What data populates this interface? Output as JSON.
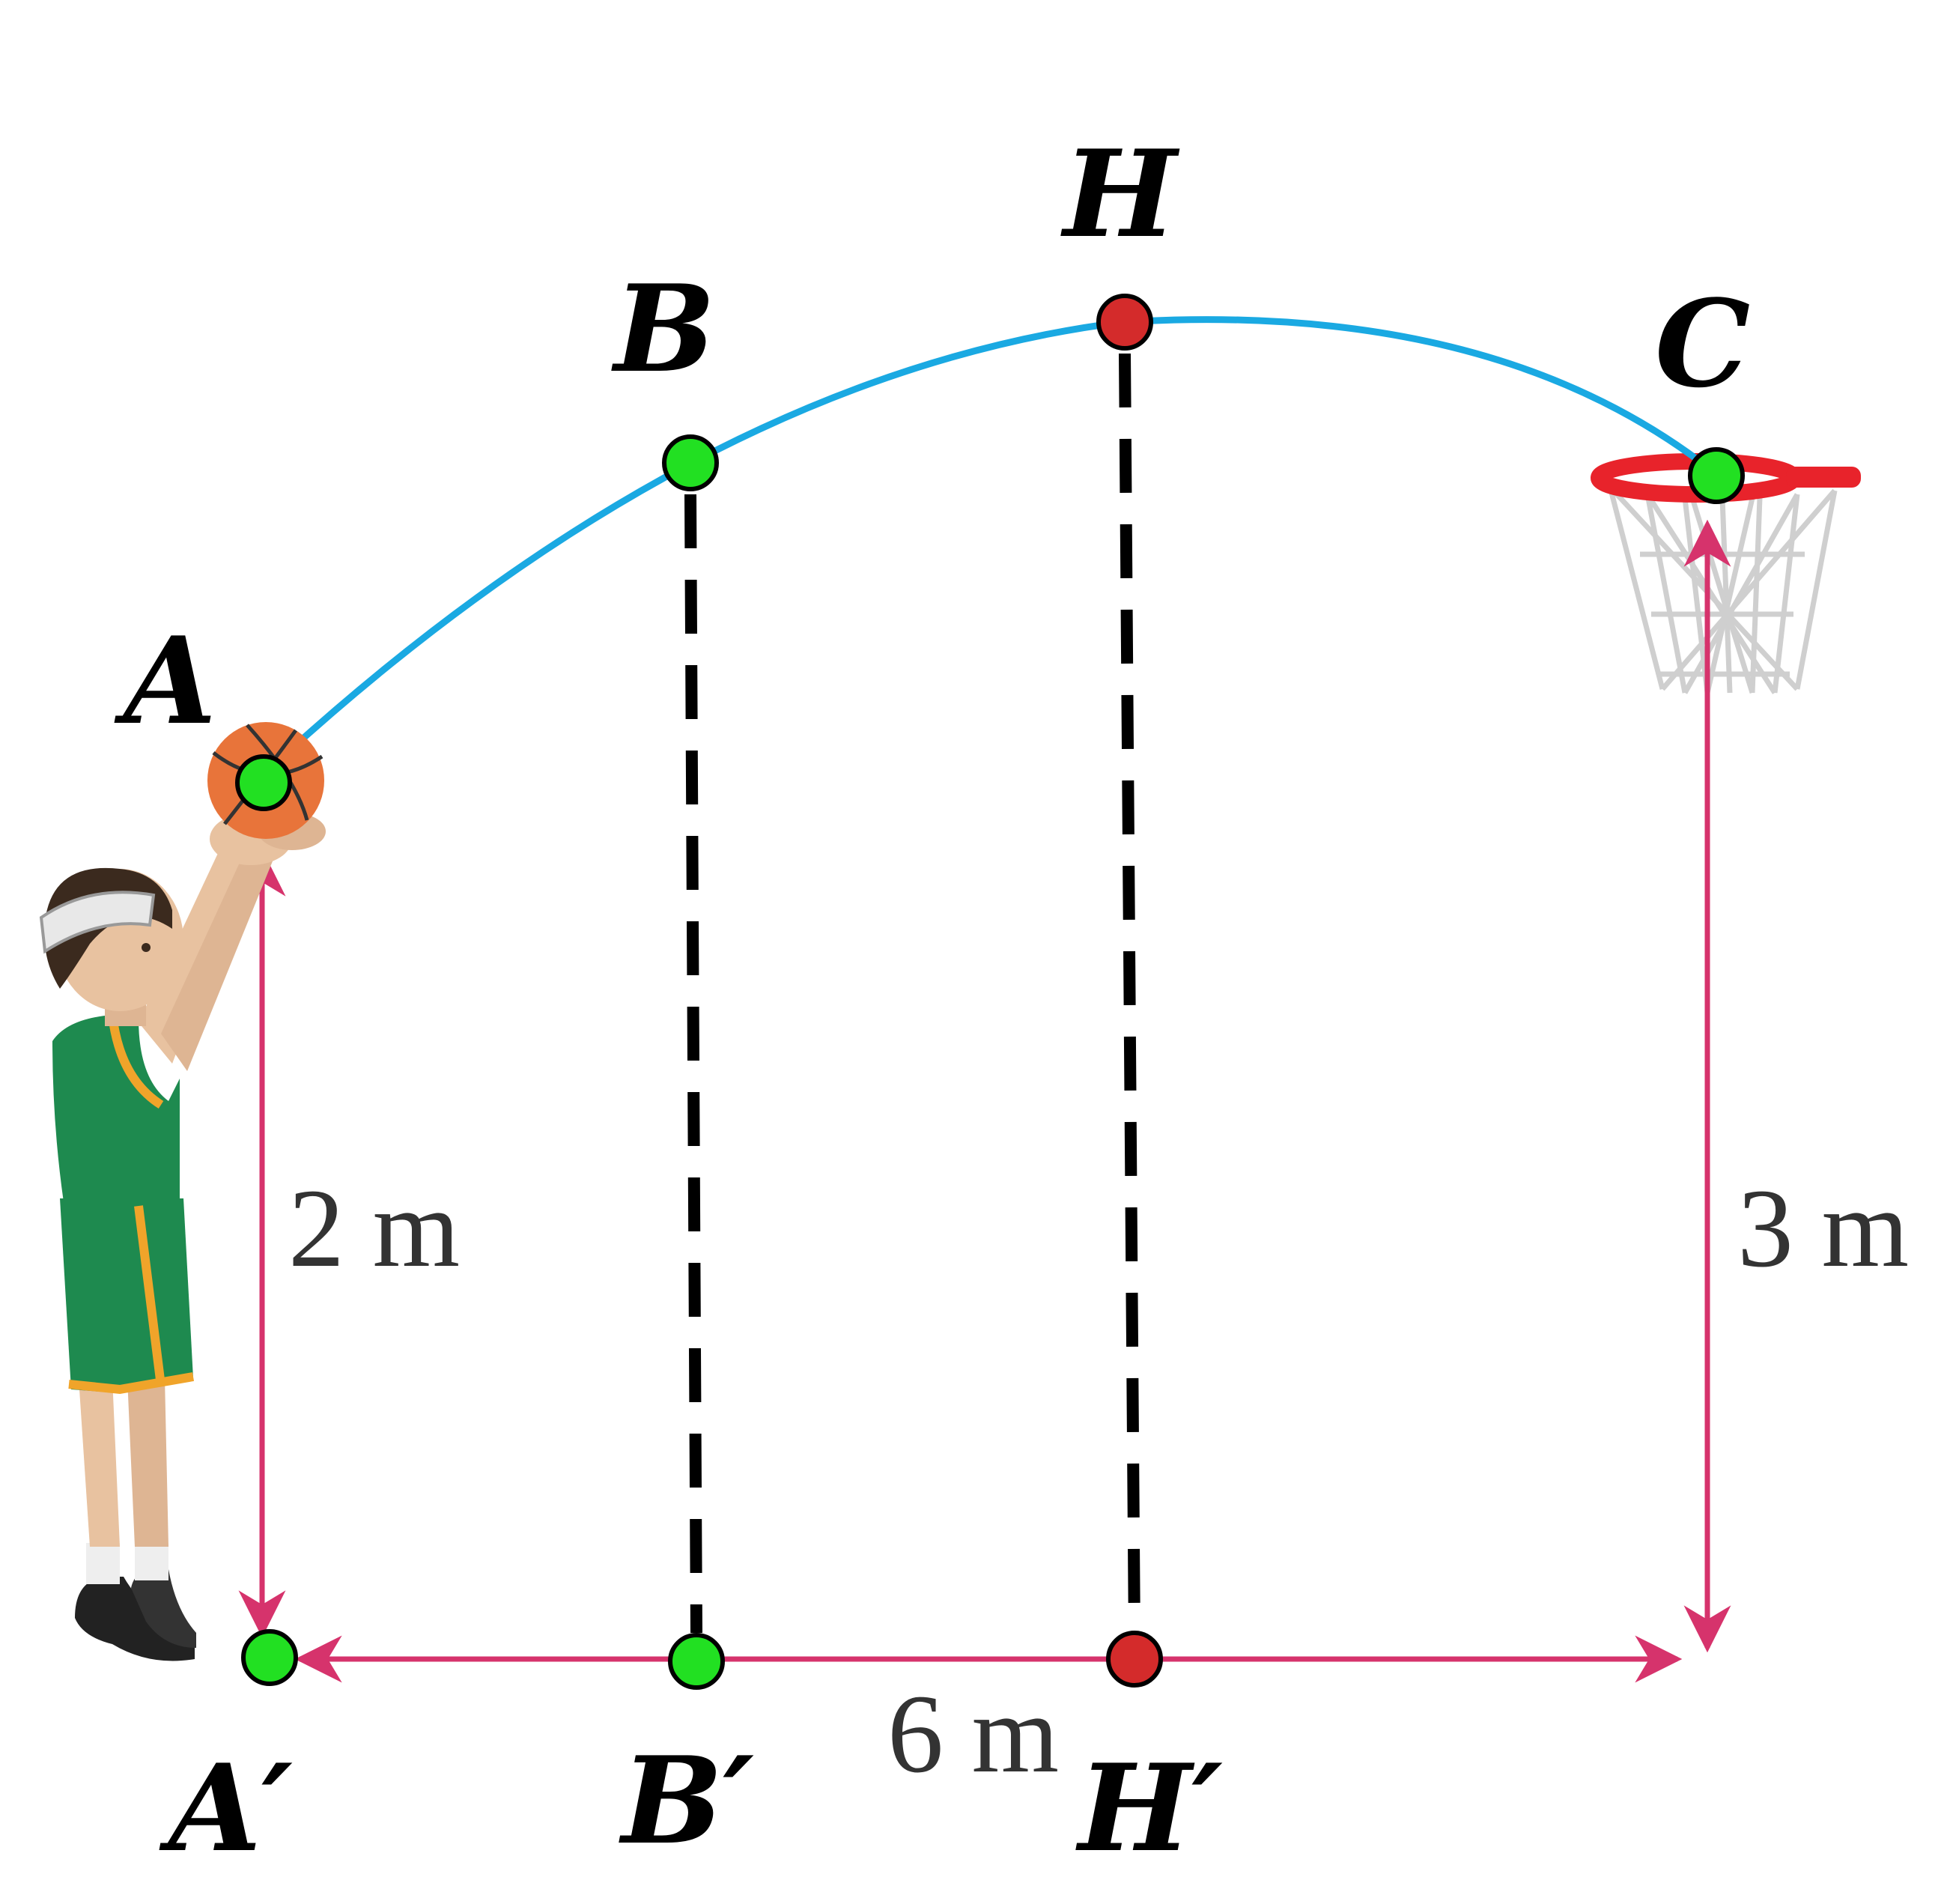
{
  "points": {
    "A": "A",
    "B": "B",
    "H": "H",
    "C": "C",
    "A_prime": "A′",
    "B_prime": "B′",
    "H_prime": "H′"
  },
  "dimensions": {
    "shooter_height": "2 m",
    "hoop_height": "3 m",
    "distance": "6 m"
  },
  "colors": {
    "trajectory": "#1aa9e2",
    "dimension_arrow": "#d6336c",
    "point_fill": "#22e022",
    "vertex_fill": "#d42b2b",
    "hoop_rim": "#e8232b",
    "jersey": "#1e8a4f"
  }
}
